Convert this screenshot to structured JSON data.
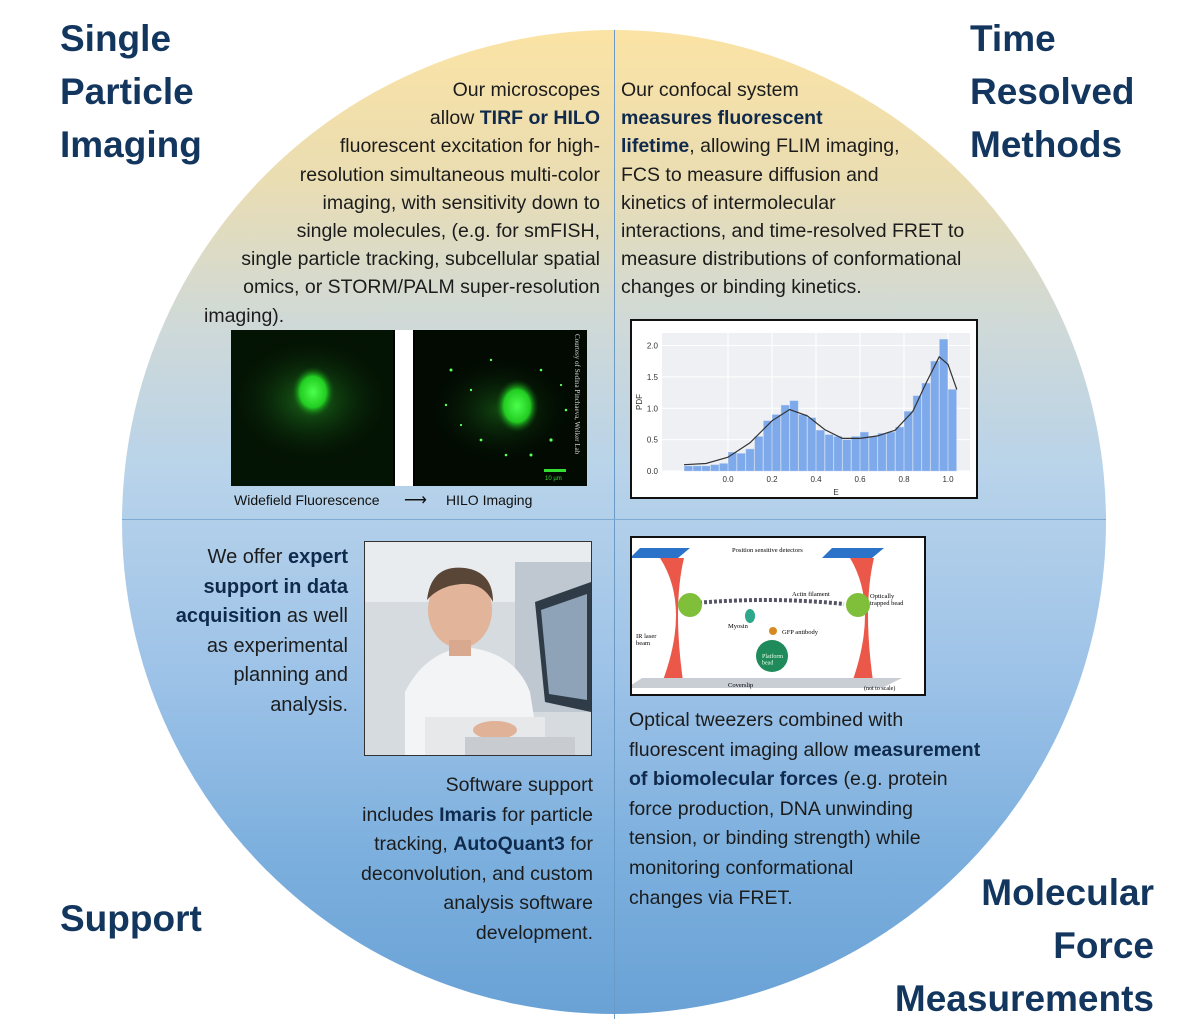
{
  "quadrants": {
    "top_left_title": "Single\nParticle\nImaging",
    "top_right_title": "Time\nResolved\nMethods",
    "bottom_left_title": "Support",
    "bottom_right_title": "Molecular\nForce\nMeasurements"
  },
  "spi_text": {
    "t1": "Our microscopes",
    "t2": "allow ",
    "t2b": "TIRF or HILO",
    "t3": "fluorescent excitation for high-",
    "t4": "resolution simultaneous multi-color",
    "t5": "imaging, with sensitivity down to",
    "t6": "single molecules, (e.g. for smFISH,",
    "t7": "single particle tracking, subcellular spatial",
    "t8": "omics, or STORM/PALM super-resolution",
    "t9": "imaging)."
  },
  "trm_text": {
    "t1": "Our confocal system",
    "t2b": "measures fluorescent",
    "t3b": "lifetime",
    "t3": ", allowing FLIM imaging,",
    "t4": "FCS to measure diffusion and",
    "t5": "kinetics of intermolecular",
    "t6": "interactions, and time-resolved  FRET to",
    "t7": "measure distributions of conformational",
    "t8": "changes or binding kinetics."
  },
  "micro_images": {
    "caption_left": "Widefield Fluorescence",
    "arrow": "⟶",
    "caption_right": "HILO Imaging",
    "credit": "Courtesy of Sedina Pinchaeva, Welker Lab",
    "scalebar": "10 µm"
  },
  "support_text": {
    "t1": "We offer ",
    "t1b": "expert",
    "t2b": "support in data",
    "t3b": "acquisition",
    "t3": " as well",
    "t4": "as experimental",
    "t5": "planning and",
    "t6": "analysis."
  },
  "software_text": {
    "t1": "Software support",
    "t2": "includes ",
    "t2b": "Imaris",
    "t2c": " for particle",
    "t3": "tracking, ",
    "t3b": "AutoQuant3",
    "t3c": " for",
    "t4": "deconvolution, and custom",
    "t5": "analysis software",
    "t6": "development."
  },
  "force_text": {
    "t1": "Optical tweezers combined with",
    "t2": "fluorescent imaging allow ",
    "t2b": "measurement",
    "t3b": "of biomolecular forces",
    "t3": " (e.g. protein",
    "t4": "force production, DNA unwinding",
    "t5": "tension, or binding strength) while",
    "t6": "monitoring conformational",
    "t7": "changes via FRET."
  },
  "tweezer_diagram": {
    "detectors": "Position sensitive detectors",
    "actin": "Actin filament",
    "trapped": "Optically\ntrapped bead",
    "myosin": "Myosin",
    "gfp": "GFP antibody",
    "laser": "IR laser\nbeam",
    "platform": "Platform\nbead",
    "coverslip": "Coverslip",
    "scale": "(not to scale)"
  },
  "chart_data": {
    "type": "bar",
    "title": "",
    "xlabel": "E",
    "ylabel": "PDF",
    "xlim": [
      -0.3,
      1.1
    ],
    "ylim": [
      0,
      2.2
    ],
    "x_ticks": [
      "0.0",
      "0.2",
      "0.4",
      "0.6",
      "0.8",
      "1.0"
    ],
    "y_ticks": [
      "0.0",
      "0.5",
      "1.0",
      "1.5",
      "2.0"
    ],
    "bin_width": 0.04,
    "bin_left": [
      -0.2,
      -0.16,
      -0.12,
      -0.08,
      -0.04,
      0.0,
      0.04,
      0.08,
      0.12,
      0.16,
      0.2,
      0.24,
      0.28,
      0.32,
      0.36,
      0.4,
      0.44,
      0.48,
      0.52,
      0.56,
      0.6,
      0.64,
      0.68,
      0.72,
      0.76,
      0.8,
      0.84,
      0.88,
      0.92,
      0.96,
      1.0
    ],
    "values": [
      0.08,
      0.08,
      0.08,
      0.1,
      0.12,
      0.3,
      0.28,
      0.35,
      0.55,
      0.8,
      0.9,
      1.05,
      1.12,
      0.9,
      0.85,
      0.65,
      0.58,
      0.55,
      0.5,
      0.55,
      0.62,
      0.55,
      0.6,
      0.62,
      0.7,
      0.95,
      1.2,
      1.4,
      1.75,
      2.1,
      1.3
    ],
    "fit": [
      [
        -0.2,
        0.1
      ],
      [
        -0.1,
        0.12
      ],
      [
        0.0,
        0.22
      ],
      [
        0.1,
        0.45
      ],
      [
        0.2,
        0.8
      ],
      [
        0.28,
        0.98
      ],
      [
        0.36,
        0.88
      ],
      [
        0.44,
        0.66
      ],
      [
        0.52,
        0.52
      ],
      [
        0.6,
        0.52
      ],
      [
        0.68,
        0.56
      ],
      [
        0.76,
        0.65
      ],
      [
        0.84,
        0.95
      ],
      [
        0.9,
        1.4
      ],
      [
        0.96,
        1.82
      ],
      [
        1.0,
        1.7
      ],
      [
        1.04,
        1.3
      ]
    ]
  }
}
